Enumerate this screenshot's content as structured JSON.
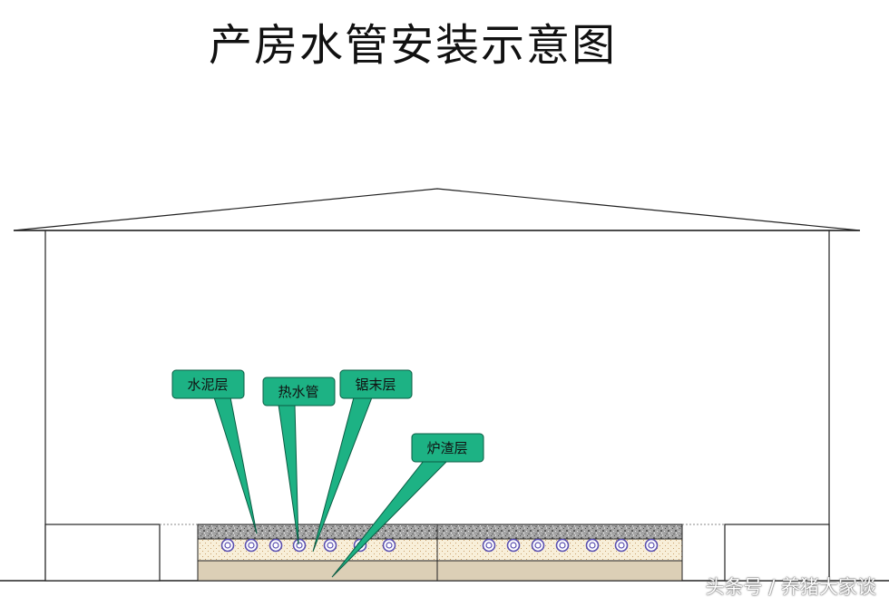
{
  "title": "产房水管安装示意图",
  "callouts": {
    "cement": "水泥层",
    "hot_pipe": "热水管",
    "sawdust": "锯末层",
    "slag": "炉渣层"
  },
  "pipes": {
    "left_count": 7,
    "right_count": 7
  },
  "colors": {
    "callout_fill": "#1db284",
    "callout_stroke": "#0a5c43",
    "pipe_ring": "#5a4fb0",
    "sawdust": "#f7ecd6",
    "slag": "#d9cdb4",
    "cement": "#9c9c9c"
  },
  "watermark": "头条号 / 养猪大家谈"
}
